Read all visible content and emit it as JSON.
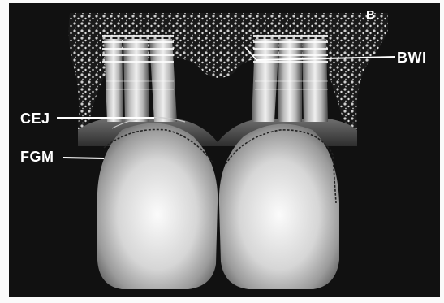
{
  "figure": {
    "panel_label": "B",
    "labels": {
      "bwi": "BWI",
      "cej": "CEJ",
      "fgm": "FGM"
    }
  }
}
